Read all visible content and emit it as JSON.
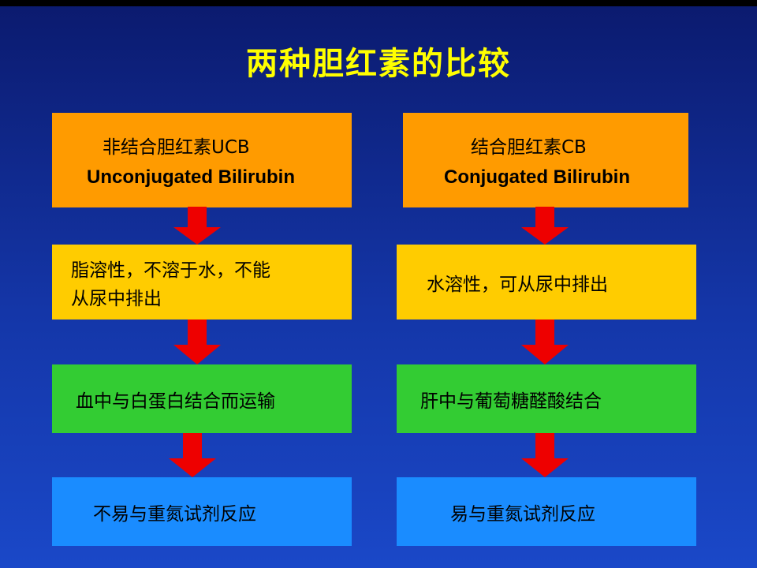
{
  "title": "两种胆红素的比较",
  "left": {
    "header": {
      "line1": "非结合胆红素UCB",
      "line2": "Unconjugated Bilirubin"
    },
    "step1": {
      "line1": "脂溶性，不溶于水，不能",
      "line2": "从尿中排出"
    },
    "step2": "血中与白蛋白结合而运输",
    "step3": "不易与重氮试剂反应"
  },
  "right": {
    "header": {
      "line1": "结合胆红素CB",
      "line2": "Conjugated  Bilirubin"
    },
    "step1": "水溶性，可从尿中排出",
    "step2": "肝中与葡萄糖醛酸结合",
    "step3": "易与重氮试剂反应"
  },
  "colors": {
    "title": "#ffff00",
    "header_box": "#ff9b00",
    "step1_box": "#ffcc00",
    "step2_box": "#33cc33",
    "step3_box": "#1a8cff",
    "arrow": "#ee0000"
  }
}
